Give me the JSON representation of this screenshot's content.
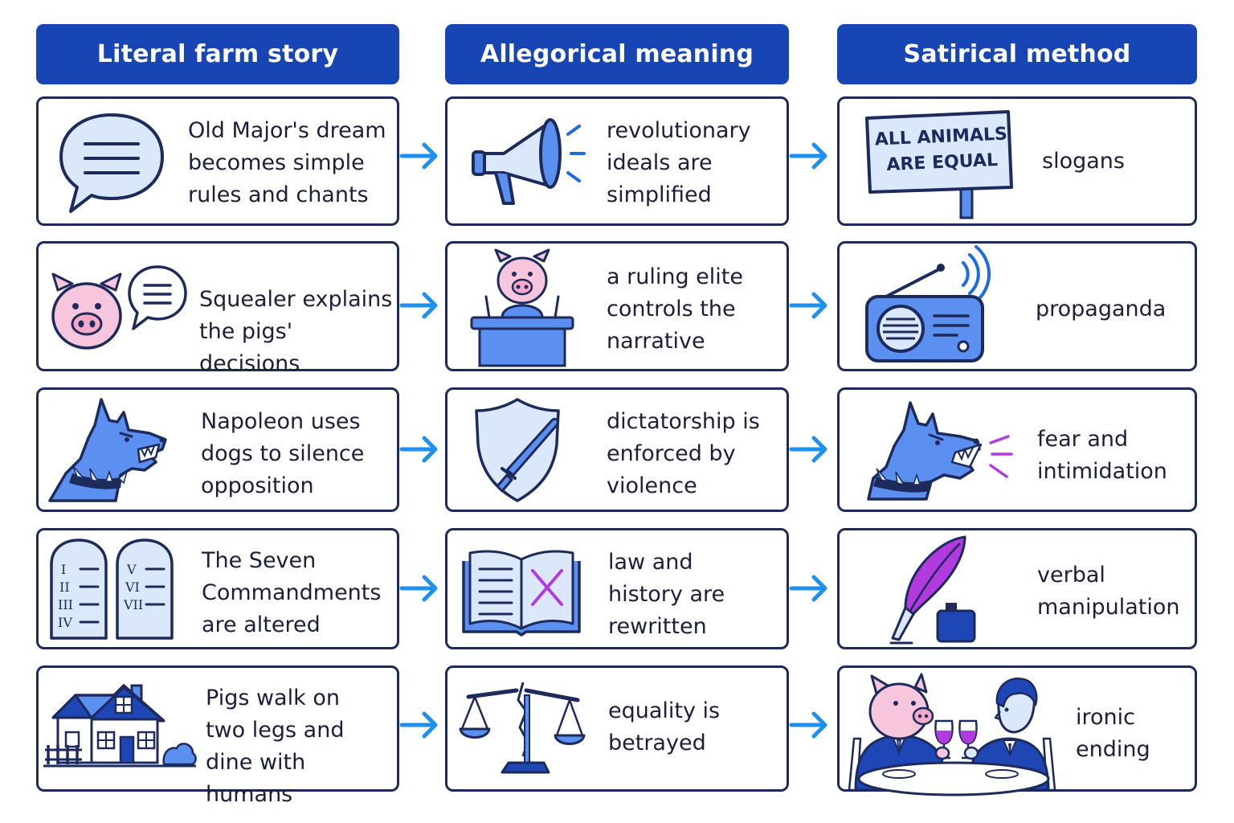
{
  "headers": {
    "literal": "Literal farm story",
    "allegorical": "Allegorical meaning",
    "satirical": "Satirical method"
  },
  "rows": [
    {
      "literal": "Old Major's dream\nbecomes simple\nrules and chants",
      "allegorical": "revolutionary\nideals are\nsimplified",
      "satirical": "slogans",
      "sign_text": "ALL ANIMALS\nARE EQUAL"
    },
    {
      "literal": "Squealer explains\nthe pigs' decisions",
      "allegorical": "a ruling elite\ncontrols the\nnarrative",
      "satirical": "propaganda"
    },
    {
      "literal": "Napoleon uses\ndogs to silence\nopposition",
      "allegorical": "dictatorship is\nenforced by\nviolence",
      "satirical": "fear and\nintimidation"
    },
    {
      "literal": "The Seven\nCommandments\nare altered",
      "allegorical": "law and\nhistory are\nrewritten",
      "satirical": "verbal\nmanipulation",
      "tablet_left": [
        "I",
        "II",
        "III",
        "IV"
      ],
      "tablet_right": [
        "V",
        "VI",
        "VII"
      ]
    },
    {
      "literal": "Pigs walk on\ntwo legs and\ndine with humans",
      "allegorical": "equality is\nbetrayed",
      "satirical": "ironic\nending"
    }
  ],
  "colors": {
    "header": "#1746b4",
    "border": "#1d2a5c",
    "arrow": "#1e90f0",
    "icon_fill": "#5b8ff0",
    "icon_light": "#dbe8fb",
    "pig": "#f7c6dc",
    "accent": "#b23be0"
  }
}
